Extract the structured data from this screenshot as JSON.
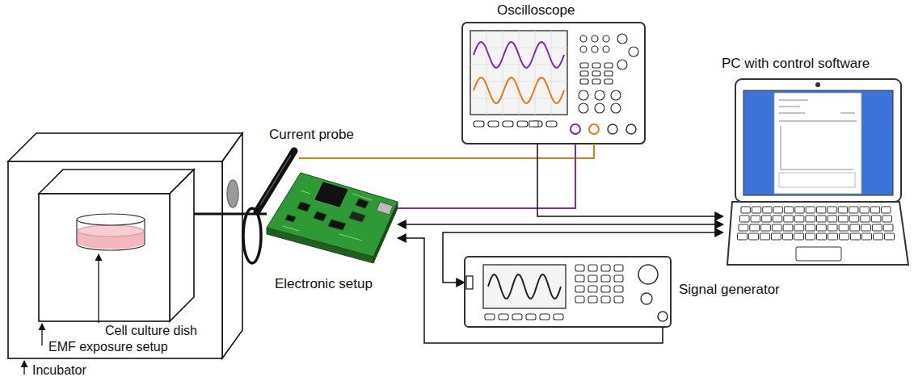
{
  "diagram": {
    "nodes": [
      {
        "text": [
          "Incubator"
        ]
      },
      {
        "text": [
          "EMF exposure setup"
        ],
        "in": 0
      },
      {
        "text": [
          "Cell culture dish"
        ],
        "in": 1
      },
      {
        "text": [
          "Current probe"
        ]
      },
      {
        "text": [
          "Electronic setup"
        ]
      },
      {
        "text": [
          "Oscilloscope"
        ]
      },
      {
        "text": [
          "PC with control software"
        ]
      },
      {
        "text": [
          "Signal generator"
        ]
      }
    ],
    "edges": [
      {
        "from": 1,
        "to": 4,
        "arrow": "none"
      },
      {
        "from": 3,
        "to": 5,
        "arrow": "none"
      },
      {
        "from": 4,
        "to": 5,
        "arrow": "none"
      },
      {
        "from": 5,
        "to": 6,
        "arrow": "to"
      },
      {
        "from": 4,
        "to": 6,
        "arrow": "both"
      },
      {
        "from": 7,
        "to": 6,
        "arrow": "both"
      },
      {
        "from": 7,
        "to": 4,
        "arrow": "to"
      }
    ]
  }
}
